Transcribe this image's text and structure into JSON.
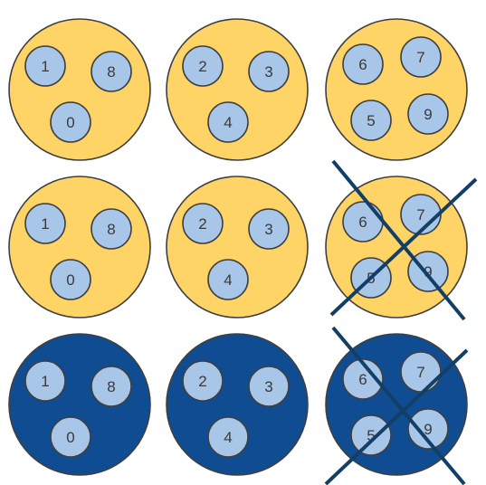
{
  "colors": {
    "light_fill": "#ffd466",
    "dark_fill": "#0f4c92",
    "small_fill": "#a8c6e8",
    "stroke": "#3f3f3f",
    "cross": "#133f66"
  },
  "rows": [
    {
      "fill": "light",
      "cells": [
        {
          "numbers": [
            "1",
            "8",
            "0"
          ],
          "crossed": false
        },
        {
          "numbers": [
            "2",
            "3",
            "4"
          ],
          "crossed": false
        },
        {
          "numbers": [
            "6",
            "7",
            "5",
            "9"
          ],
          "crossed": false
        }
      ]
    },
    {
      "fill": "light",
      "cells": [
        {
          "numbers": [
            "1",
            "8",
            "0"
          ],
          "crossed": false
        },
        {
          "numbers": [
            "2",
            "3",
            "4"
          ],
          "crossed": false
        },
        {
          "numbers": [
            "6",
            "7",
            "5",
            "9"
          ],
          "crossed": true
        }
      ]
    },
    {
      "fill": "dark",
      "cells": [
        {
          "numbers": [
            "1",
            "8",
            "0"
          ],
          "crossed": false
        },
        {
          "numbers": [
            "2",
            "3",
            "4"
          ],
          "crossed": false
        },
        {
          "numbers": [
            "6",
            "7",
            "5",
            "9"
          ],
          "crossed": true
        }
      ]
    }
  ]
}
